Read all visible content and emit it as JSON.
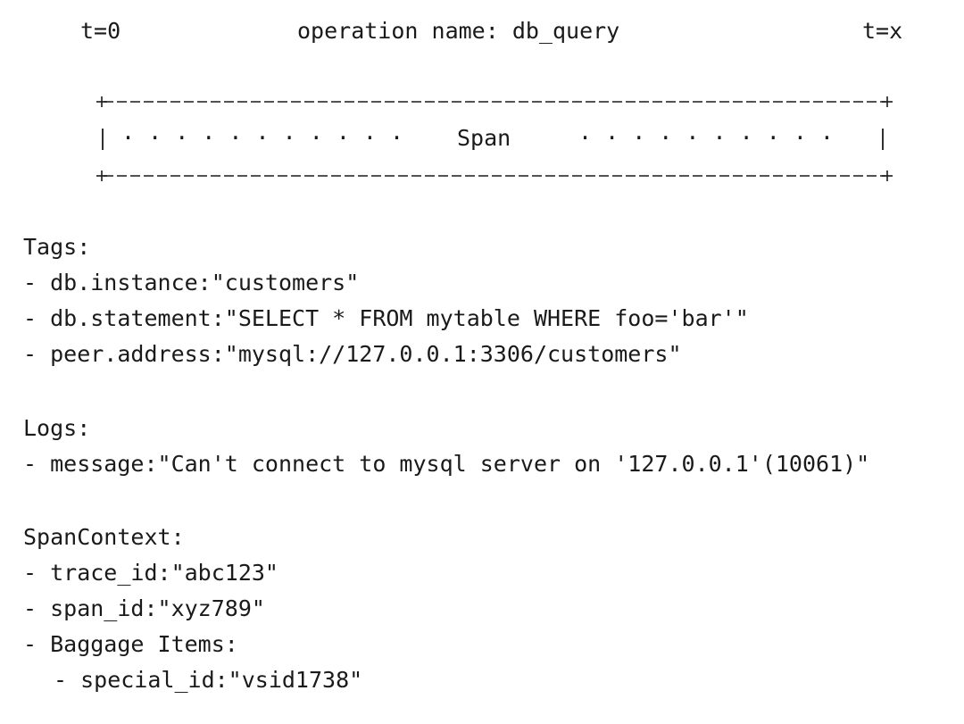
{
  "header": {
    "t_start": "t=0",
    "operation": "operation name: db_query",
    "t_end": "t=x"
  },
  "span": {
    "label": "Span",
    "dots_left": "· · · · · · · · · · ·",
    "dots_right": "· · · · · · · · · ·"
  },
  "tags": {
    "heading": "Tags:",
    "items": [
      "- db.instance:\"customers\"",
      "- db.statement:\"SELECT * FROM mytable WHERE foo='bar'\"",
      "- peer.address:\"mysql://127.0.0.1:3306/customers\""
    ]
  },
  "logs": {
    "heading": "Logs:",
    "items": [
      "- message:\"Can't connect to mysql server on '127.0.0.1'(10061)\""
    ]
  },
  "span_context": {
    "heading": "SpanContext:",
    "items": [
      "- trace_id:\"abc123\"",
      "- span_id:\"xyz789\"",
      "- Baggage Items:"
    ],
    "baggage": [
      "- special_id:\"vsid1738\""
    ]
  }
}
